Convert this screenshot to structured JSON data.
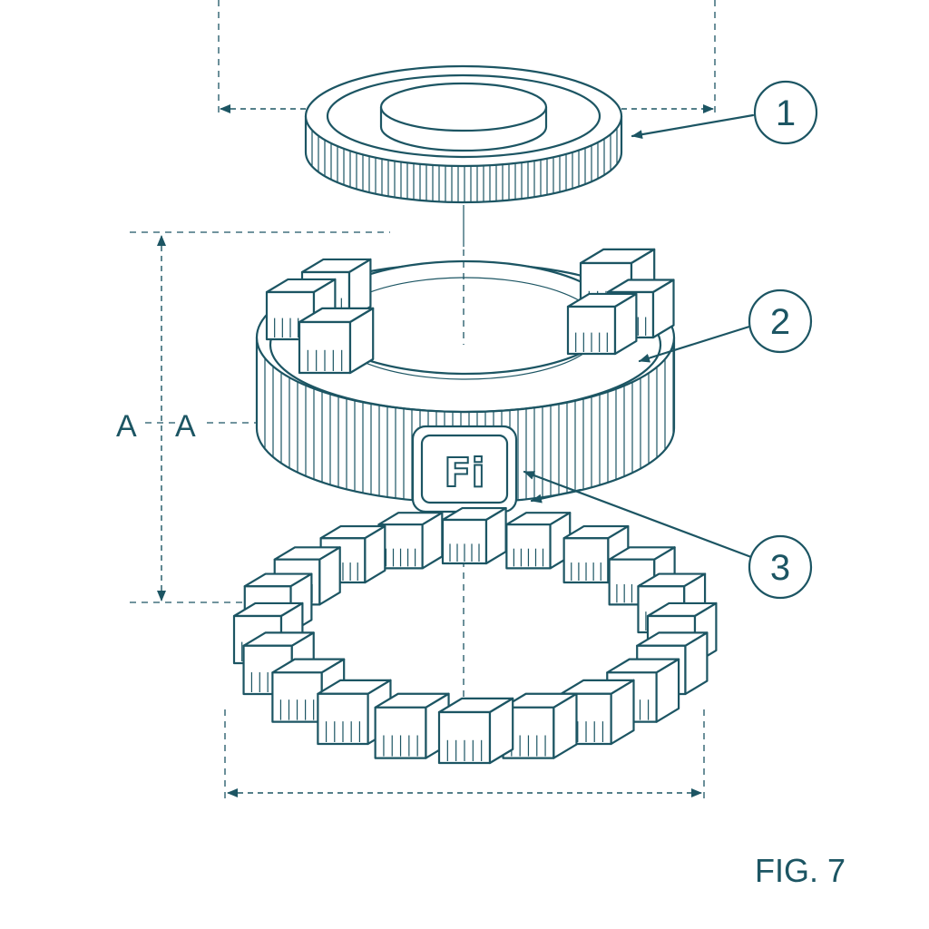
{
  "callouts": [
    {
      "number": "1"
    },
    {
      "number": "2"
    },
    {
      "number": "3"
    }
  ],
  "section_label": "A—A",
  "section_label_left": "A",
  "section_label_right": "A",
  "emblem_text": "Fi",
  "figure_label": "FIG. 7",
  "colors": {
    "line": "#1c5563",
    "background": "#ffffff"
  }
}
